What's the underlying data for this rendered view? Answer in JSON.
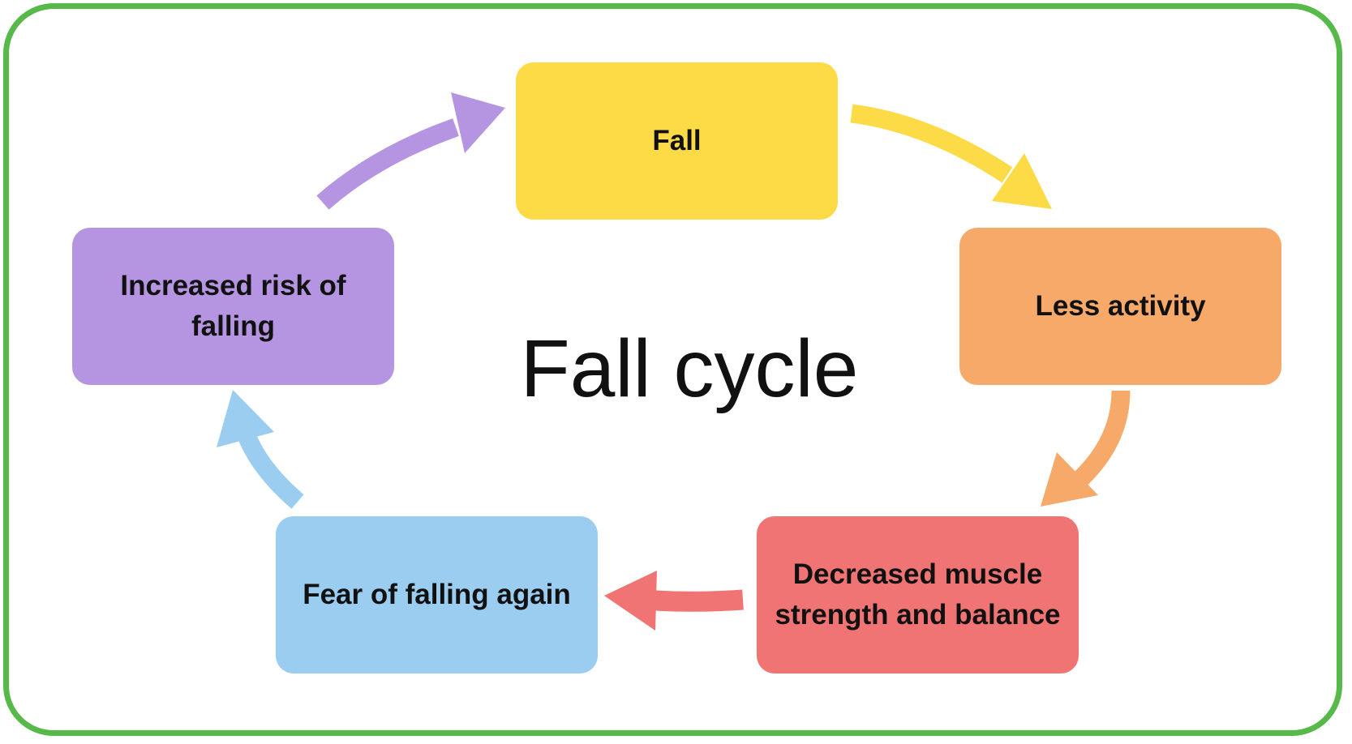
{
  "diagram": {
    "title": "Fall cycle",
    "steps": [
      {
        "label": "Fall",
        "color": "#fcdb47"
      },
      {
        "label": "Less activity",
        "color": "#f6a968"
      },
      {
        "label": "Decreased muscle strength and balance",
        "color": "#ef7473"
      },
      {
        "label": "Fear of falling again",
        "color": "#9bcdf1"
      },
      {
        "label": "Increased risk of falling",
        "color": "#b595e1"
      }
    ],
    "flow": "clockwise",
    "frame_color": "#57b94a"
  }
}
